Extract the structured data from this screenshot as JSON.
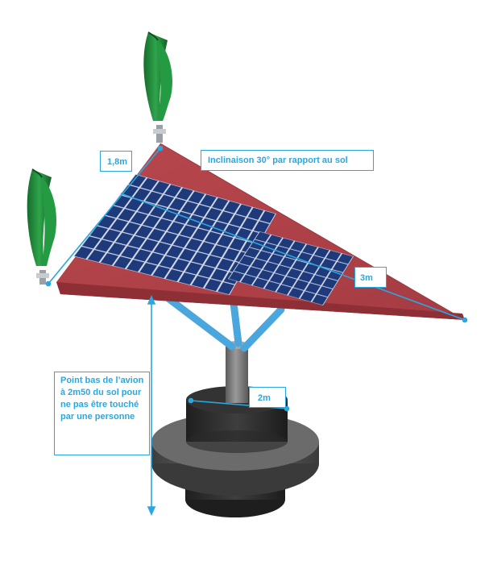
{
  "annotations": {
    "height": "1,8m",
    "inclination": "Inclinaison 30° par rapport au sol",
    "length": "3m",
    "base": "2m",
    "low_point": "Point bas de l’avion à 2m50 du sol pour ne pas être touché par une personne"
  },
  "colors": {
    "wing": "#b0444a",
    "wing_edge": "#8e2f36",
    "panel_cell": "#1e3a7a",
    "panel_frame": "#d8dbe2",
    "strut": "#4aa7dd",
    "pole": "#7f7f7f",
    "base_dark": "#2f2f2f",
    "base_mid": "#575757",
    "turbine": "#1f8a3a",
    "annotation": "#2aa7e0"
  },
  "icons": {
    "turbines": [
      "vertical-wind-turbine-icon",
      "vertical-wind-turbine-icon"
    ],
    "panels": [
      "solar-panel-large-icon",
      "solar-panel-small-icon"
    ]
  }
}
